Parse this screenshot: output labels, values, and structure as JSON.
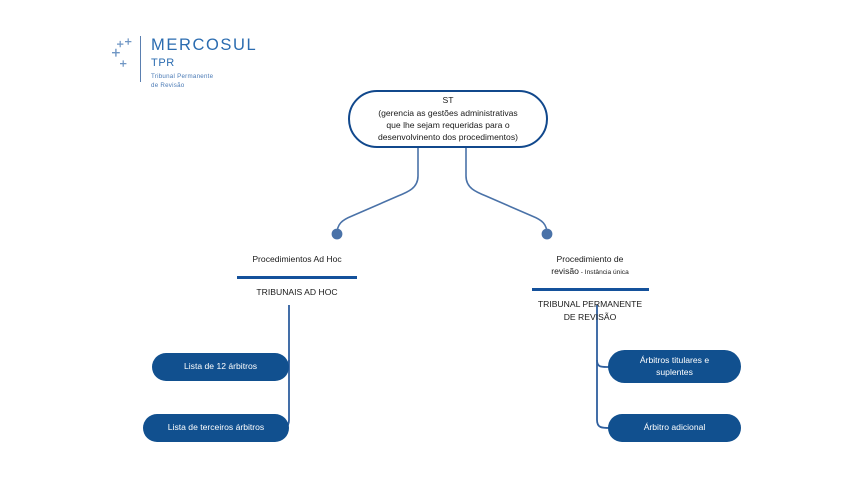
{
  "logo": {
    "name": "MERCOSUL",
    "acronym": "TPR",
    "tagline": "Tribunal Permanente\nde Revisão",
    "star_icon": "sparkle-stars-icon"
  },
  "root": {
    "title": "ST",
    "description": "(gerencia as gestões administrativas\nque lhe sejam requeridas para o\ndesenvolvinento dos procedimentos)"
  },
  "branches": [
    {
      "caption": "Procedimientos Ad Hoc",
      "caption_suffix": "",
      "heading": "TRIBUNAIS AD HOC",
      "items": [
        {
          "label": "Lista de 12 árbitros"
        },
        {
          "label": "Lista de terceiros árbitros"
        }
      ]
    },
    {
      "caption": "Procedimiento de\nrevisão",
      "caption_suffix": " - Instância única",
      "heading": "TRIBUNAL PERMANENTE\nDE REVISÃO",
      "items": [
        {
          "label": "Árbitros titulares e\nsuplentes"
        },
        {
          "label": "Árbitro adicional"
        }
      ]
    }
  ],
  "colors": {
    "node_border": "#11488c",
    "pill_fill": "#11508f",
    "divider": "#14519b",
    "connector": "#4a72a8",
    "logo_blue": "#2b6cb0",
    "background": "#ffffff"
  }
}
